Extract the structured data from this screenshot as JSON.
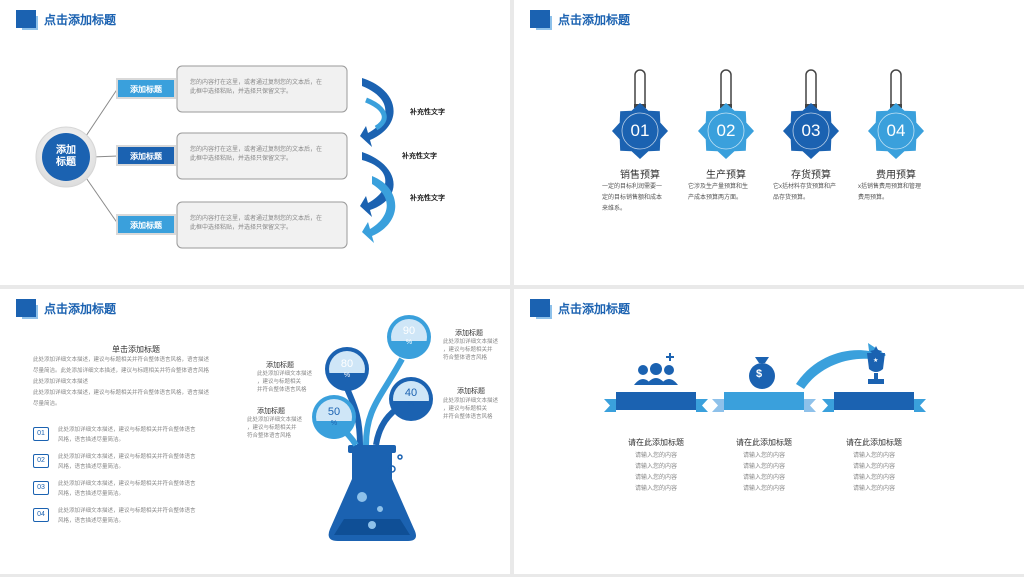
{
  "slides": [
    {
      "title": "点击添加标题",
      "center_label": [
        "添加",
        "标题"
      ],
      "rows": [
        {
          "label": "添加标题",
          "text": [
            "您的内容打在这里，或者通过复制您的文本后，在",
            "此框中选择粘贴，并选择只保留文字。"
          ],
          "side": "补充性文字"
        },
        {
          "label": "添加标题",
          "text": [
            "您的内容打在这里，或者通过复制您的文本后，在",
            "此框中选择粘贴，并选择只保留文字。"
          ],
          "side": "补充性文字"
        },
        {
          "label": "添加标题",
          "text": [
            "您的内容打在这里，或者通过复制您的文本后，在",
            "此框中选择粘贴，并选择只保留文字。"
          ],
          "side": "补充性文字"
        }
      ]
    },
    {
      "title": "点击添加标题",
      "tags": [
        {
          "num": "01",
          "color": "#1b62b1",
          "title": "销售预算",
          "desc": [
            "一定的目标利润需要一",
            "定的目标销售额和成本",
            "来维系。"
          ]
        },
        {
          "num": "02",
          "color": "#3aa0dc",
          "title": "生产预算",
          "desc": [
            "它涉及生产量预算和生",
            "产成本预算两方面。"
          ]
        },
        {
          "num": "03",
          "color": "#1b62b1",
          "title": "存货预算",
          "desc": [
            "它x括材料存货预算和产",
            "品存货预算。"
          ]
        },
        {
          "num": "04",
          "color": "#3aa0dc",
          "title": "费用预算",
          "desc": [
            "x括销售费用预算和管理",
            "费用预算。"
          ]
        }
      ]
    },
    {
      "title": "点击添加标题",
      "main_heading": "单击添加标题",
      "main_text": [
        "此处添加详细文本描述，建议与标题相关并符合整体语言风格，语言描述",
        "尽量简洁。此处添加详细文本描述，建议与标题相关并符合整体语言风格",
        "此处添加详细文本描述",
        "此处添加详细文本描述，建议与标题相关并符合整体语言风格，语言描述",
        "尽量简洁。"
      ],
      "list": [
        {
          "num": "01",
          "text": [
            "此处添加详细文本描述，建议与标题相关并符合整体语言",
            "风格，语言描述尽量简洁。"
          ]
        },
        {
          "num": "02",
          "text": [
            "此处添加详细文本描述，建议与标题相关并符合整体语言",
            "风格，语言描述尽量简洁。"
          ]
        },
        {
          "num": "03",
          "text": [
            "此处添加详细文本描述，建议与标题相关并符合整体语言",
            "风格，语言描述尽量简洁。"
          ]
        },
        {
          "num": "04",
          "text": [
            "此处添加详细文本描述，建议与标题相关并符合整体语言",
            "风格，语言描述尽量简洁。"
          ]
        }
      ],
      "bubbles": [
        {
          "value": 90,
          "unit": "%"
        },
        {
          "value": 80,
          "unit": "%"
        },
        {
          "value": 40,
          "unit": "%"
        },
        {
          "value": 50,
          "unit": "%"
        }
      ],
      "callouts": [
        {
          "title": "添加标题",
          "text": [
            "此处添加详细文本描述",
            "，建议与标题相关并",
            "符合整体语言风格"
          ]
        },
        {
          "title": "添加标题",
          "text": [
            "此处添加详细文本描述",
            "，建议与标题相关",
            "并符合整体语言风格"
          ]
        },
        {
          "title": "添加标题",
          "text": [
            "此处添加详细文本描述",
            "，建议与标题相关",
            "并符合整体语言风格"
          ]
        },
        {
          "title": "添加标题",
          "text": [
            "此处添加详细文本描述",
            "，建议与标题相关并",
            "符合整体语言风格"
          ]
        }
      ]
    },
    {
      "title": "点击添加标题",
      "items": [
        {
          "icon": "team-icon",
          "title": "请在此添加标题",
          "lines": [
            "请输入您的内容",
            "请输入您的内容",
            "请输入您的内容",
            "请输入您的内容"
          ]
        },
        {
          "icon": "money-bag-icon",
          "title": "请在此添加标题",
          "lines": [
            "请输入您的内容",
            "请输入您的内容",
            "请输入您的内容",
            "请输入您的内容"
          ]
        },
        {
          "icon": "trophy-icon",
          "title": "请在此添加标题",
          "lines": [
            "请输入您的内容",
            "请输入您的内容",
            "请输入您的内容",
            "请输入您的内容"
          ]
        }
      ]
    }
  ]
}
